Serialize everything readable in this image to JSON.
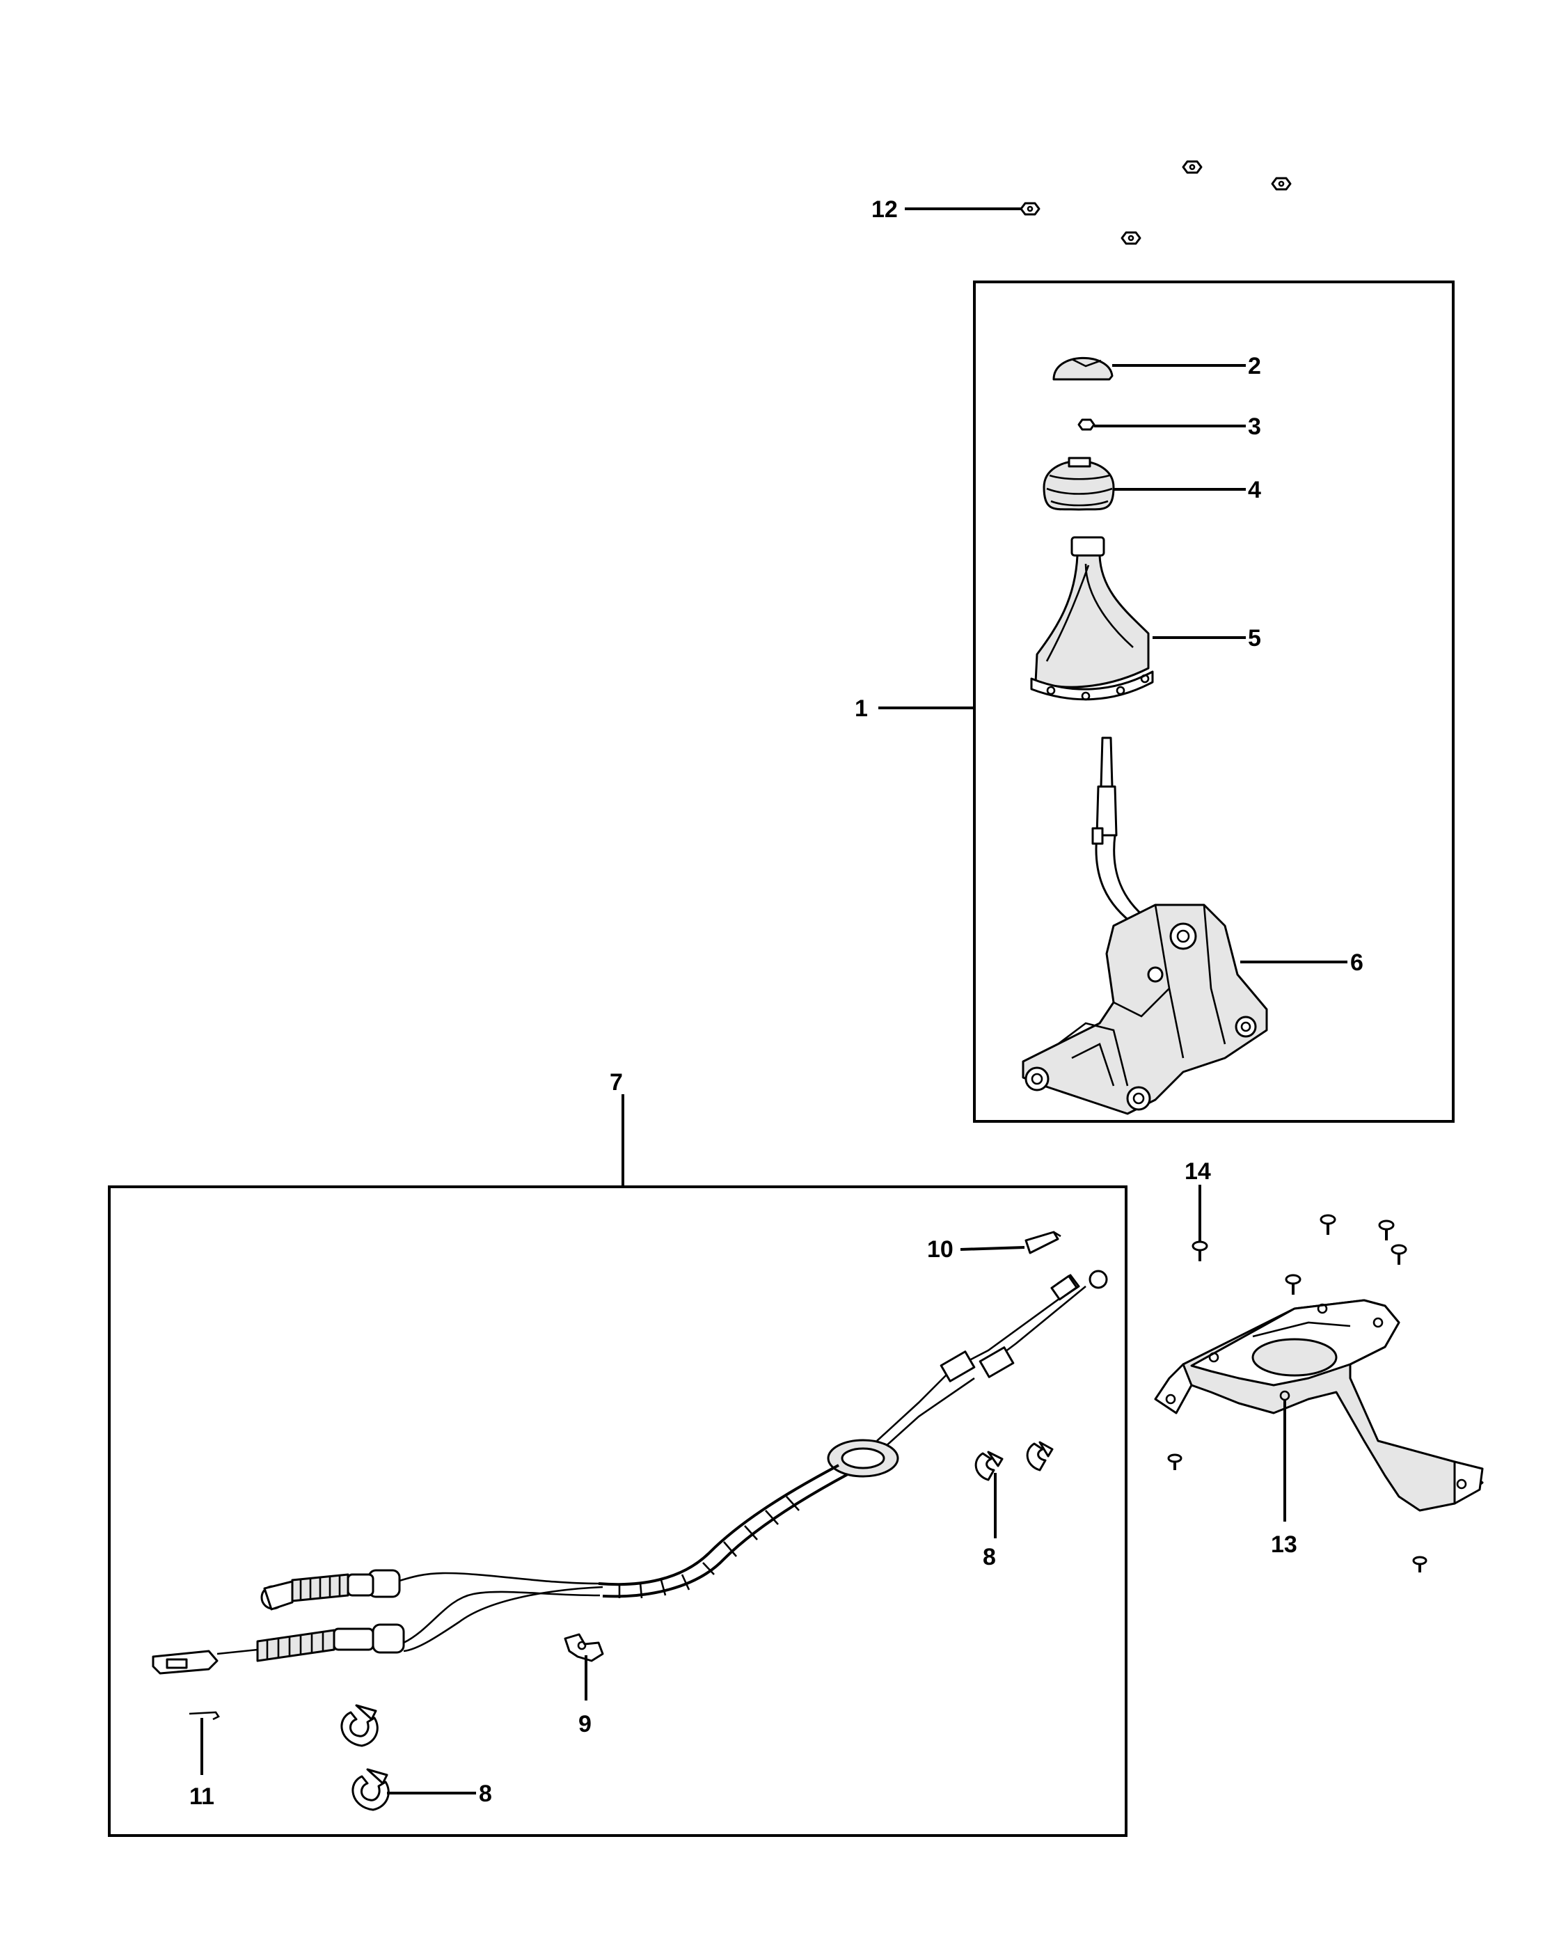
{
  "callouts": {
    "c1": "1",
    "c2": "2",
    "c3": "3",
    "c4": "4",
    "c5": "5",
    "c6": "6",
    "c7": "7",
    "c8a": "8",
    "c8b": "8",
    "c9": "9",
    "c10": "10",
    "c11": "11",
    "c12": "12",
    "c13": "13",
    "c14": "14"
  }
}
